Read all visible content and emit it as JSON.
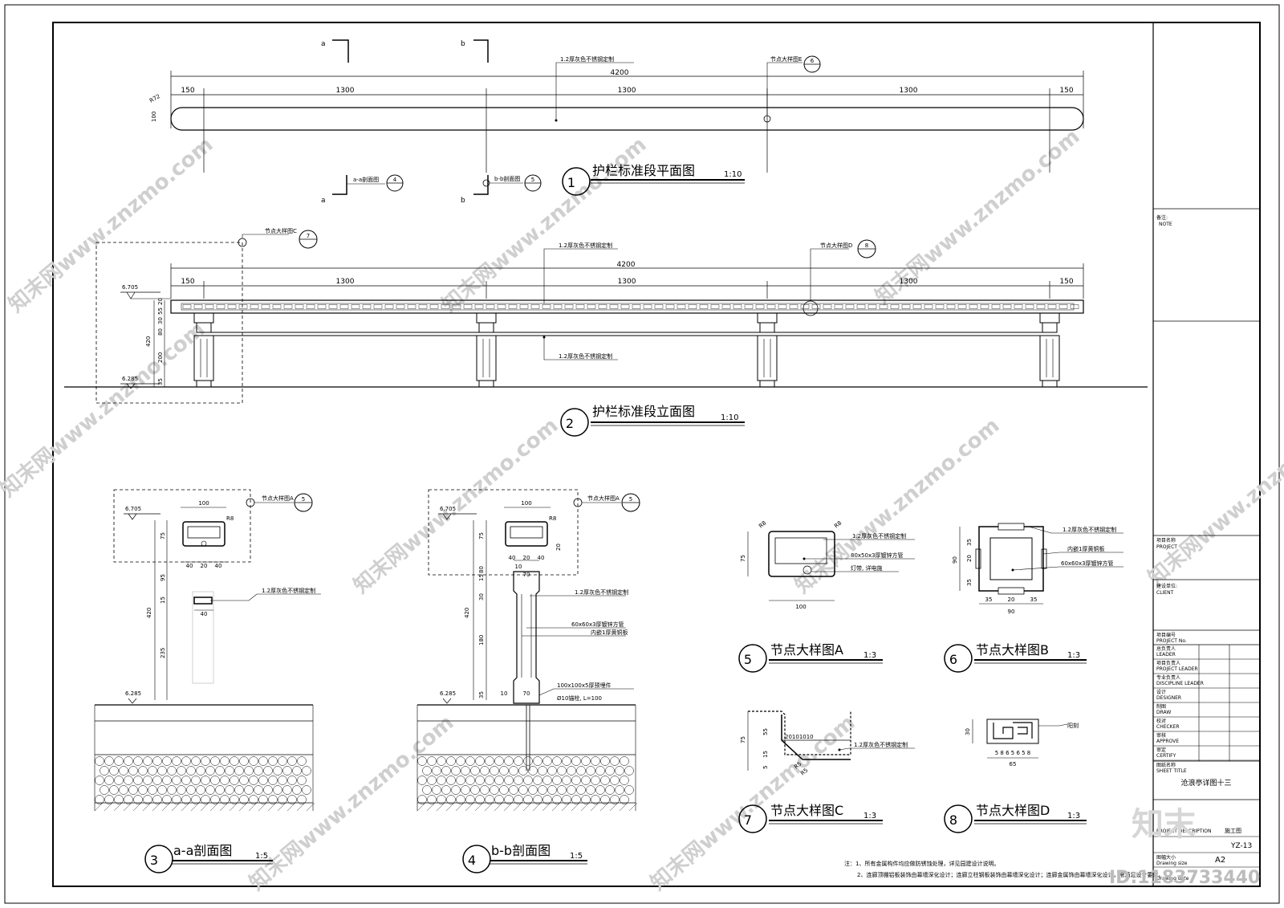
{
  "drawing": {
    "plan": {
      "title": "护栏标准段平面图",
      "scale": "1:10",
      "num": "1",
      "total": "4200",
      "seg_end": "150",
      "seg_mid": "1300",
      "radius": "R72",
      "width": "100",
      "note_top": "1.2厚灰色不锈钢定制",
      "detail6": "节点大样图E",
      "detail6_num": "6",
      "sec_a_letter": "a",
      "sec_b_letter": "b",
      "sec_a_label": "a-a剖面图",
      "sec_a_num": "4",
      "sec_b_label": "b-b剖面图",
      "sec_b_num": "5"
    },
    "elev": {
      "title": "护栏标准段立面图",
      "scale": "1:10",
      "num": "2",
      "total": "4200",
      "seg_end": "150",
      "seg_mid": "1300",
      "lvl_top": "6.705",
      "lvl_bot": "6.285",
      "h_total": "420",
      "h_a": "20",
      "h_b": "55",
      "h_c": "30",
      "h_d": "80",
      "h_e": "200",
      "h_f": "35",
      "note1": "1.2厚灰色不锈钢定制",
      "note2": "1.2厚灰色不锈钢定制",
      "detail7": "节点大样图C",
      "detail7_num": "7",
      "detail8": "节点大样图D",
      "detail8_num": "8"
    },
    "sec_aa": {
      "title": "a-a剖面图",
      "scale": "1:5",
      "num": "3",
      "lvl_top": "6.705",
      "lvl_bot": "6.285",
      "w": "100",
      "r": "R8",
      "d40": "40",
      "d20": "20",
      "h75": "75",
      "h95": "95",
      "h15": "15",
      "h235": "235",
      "h420": "420",
      "note": "1.2厚灰色不锈钢定制",
      "detail": "节点大样图A",
      "detail_num": "5"
    },
    "sec_bb": {
      "title": "b-b剖面图",
      "scale": "1:5",
      "num": "4",
      "lvl_top": "6.705",
      "lvl_bot": "6.285",
      "w": "100",
      "r": "R8",
      "d40": "40",
      "d20": "20",
      "d70": "70",
      "d10": "10",
      "h75": "75",
      "h80": "80",
      "h15": "15",
      "h30": "30",
      "h180": "180",
      "h420": "420",
      "h35": "35",
      "note1": "1.2厚灰色不锈钢定制",
      "note2": "60x60x3厚镀锌方管",
      "note3": "内嵌1厚黄铜板",
      "note4": "100x100x5厚预埋件",
      "note5": "Ø10锚栓, L=100",
      "detail": "节点大样图A",
      "detail_num": "5"
    },
    "det_a": {
      "title": "节点大样图A",
      "scale": "1:3",
      "num": "5",
      "r": "R8",
      "w": "100",
      "h": "75",
      "note1": "1.2厚灰色不锈钢定制",
      "note2": "80x50x3厚镀锌方管",
      "note3": "灯带, 详电施"
    },
    "det_b": {
      "title": "节点大样图B",
      "scale": "1:3",
      "num": "6",
      "w": "90",
      "d35": "35",
      "d20": "20",
      "h": "90",
      "note1": "1.2厚灰色不锈钢定制",
      "note2": "内嵌1厚黄铜板",
      "note3": "60x60x3厚镀锌方管"
    },
    "det_c": {
      "title": "节点大样图C",
      "scale": "1:3",
      "num": "7",
      "h75": "75",
      "h55": "55",
      "h15": "15",
      "h5": "5",
      "dims": "20101010",
      "r": "R5",
      "note": "1.2厚灰色不锈钢定制"
    },
    "det_d": {
      "title": "节点大样图D",
      "scale": "1:3",
      "num": "8",
      "w": "65",
      "h": "30",
      "dims": "5 8 6 5 6 5 8",
      "note": "阳刻"
    },
    "notes": {
      "line1": "注：1、所有金属构件均应做防锈蚀处理，详见园建设计说明。",
      "line2": "2、连廊顶棚铝板装饰由幕墙深化设计；连廊立柱钢板装饰由幕墙深化设计；连廊金属饰由幕墙深化设计，需满足设计要求。"
    }
  },
  "title_block": {
    "note_label": "备注:",
    "note_en": "NOTE",
    "project_label": "项目名称",
    "project_en": "PROJECT",
    "client_label": "建设单位:",
    "client_en": "CLIENT",
    "projno_label": "项目编号",
    "projno_en": "PROJECT No.",
    "roles": [
      {
        "cn": "总负责人",
        "en": "LEADER"
      },
      {
        "cn": "项目负责人",
        "en": "PROJECT LEADER"
      },
      {
        "cn": "专业负责人",
        "en": "DISCIPLINE LEADER"
      },
      {
        "cn": "设计",
        "en": "DESIGNER"
      },
      {
        "cn": "制图",
        "en": "DRAW"
      },
      {
        "cn": "校对",
        "en": "CHECKER"
      },
      {
        "cn": "审核",
        "en": "APPROVE"
      },
      {
        "cn": "审定",
        "en": "CERTIFY"
      }
    ],
    "sheet_label": "图纸名称",
    "sheet_en": "SHEET TITLE",
    "sheet_title": "沧浪亭详图十三",
    "desc_en": "PROJECT DESCRIPTION",
    "desc_val": "施工图",
    "num_val": "YZ-13",
    "size_label": "图幅大小",
    "size_en": "Drawing size",
    "size_val": "A2",
    "date_en": "Drawing date"
  },
  "watermark": {
    "text": "知末网www.znzmo.com",
    "brand": "知末",
    "id": "ID:1183733440"
  }
}
